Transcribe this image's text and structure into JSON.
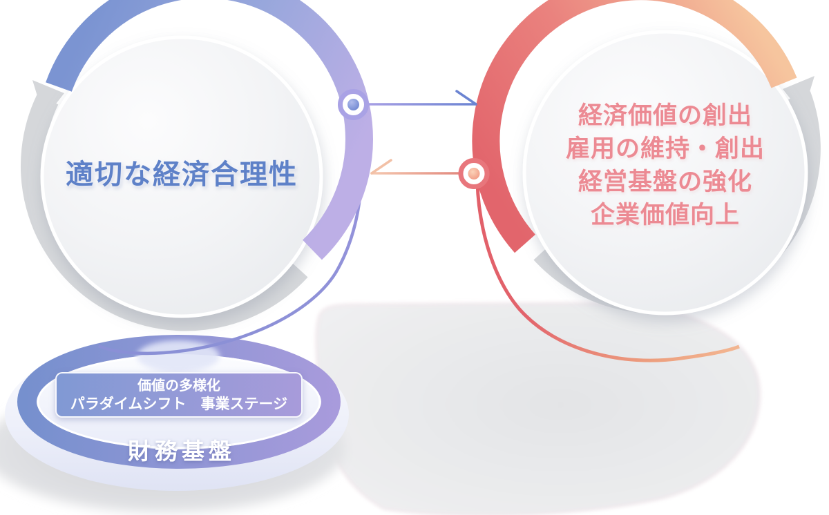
{
  "left_group": {
    "title": "適切な経済合理性",
    "pedestal": {
      "label_line1": "価値の多様化",
      "label_line2": "パラダイムシフト　事業ステージ",
      "base_label": "財務基盤"
    }
  },
  "right_group": {
    "lines": [
      "経済価値の創出",
      "雇用の維持・創出",
      "経営基盤の強化",
      "企業価値向上"
    ]
  },
  "icons": {
    "left_ring_node": "ring-node",
    "right_ring_node": "ring-node",
    "forward_arrow": "arrow-right",
    "backward_arrow": "arrow-left"
  },
  "colors": {
    "left_text": "#5e81c8",
    "left_band_start": "#7b94d2",
    "left_band_end": "#bdafe6",
    "right_text": "#ec8a93",
    "right_band_start": "#e2656c",
    "right_band_end": "#f6c59e",
    "neutral_gray": "#d5d7da",
    "pedestal_ring_start": "#7690ce",
    "pedestal_ring_end": "#a99bdc"
  }
}
